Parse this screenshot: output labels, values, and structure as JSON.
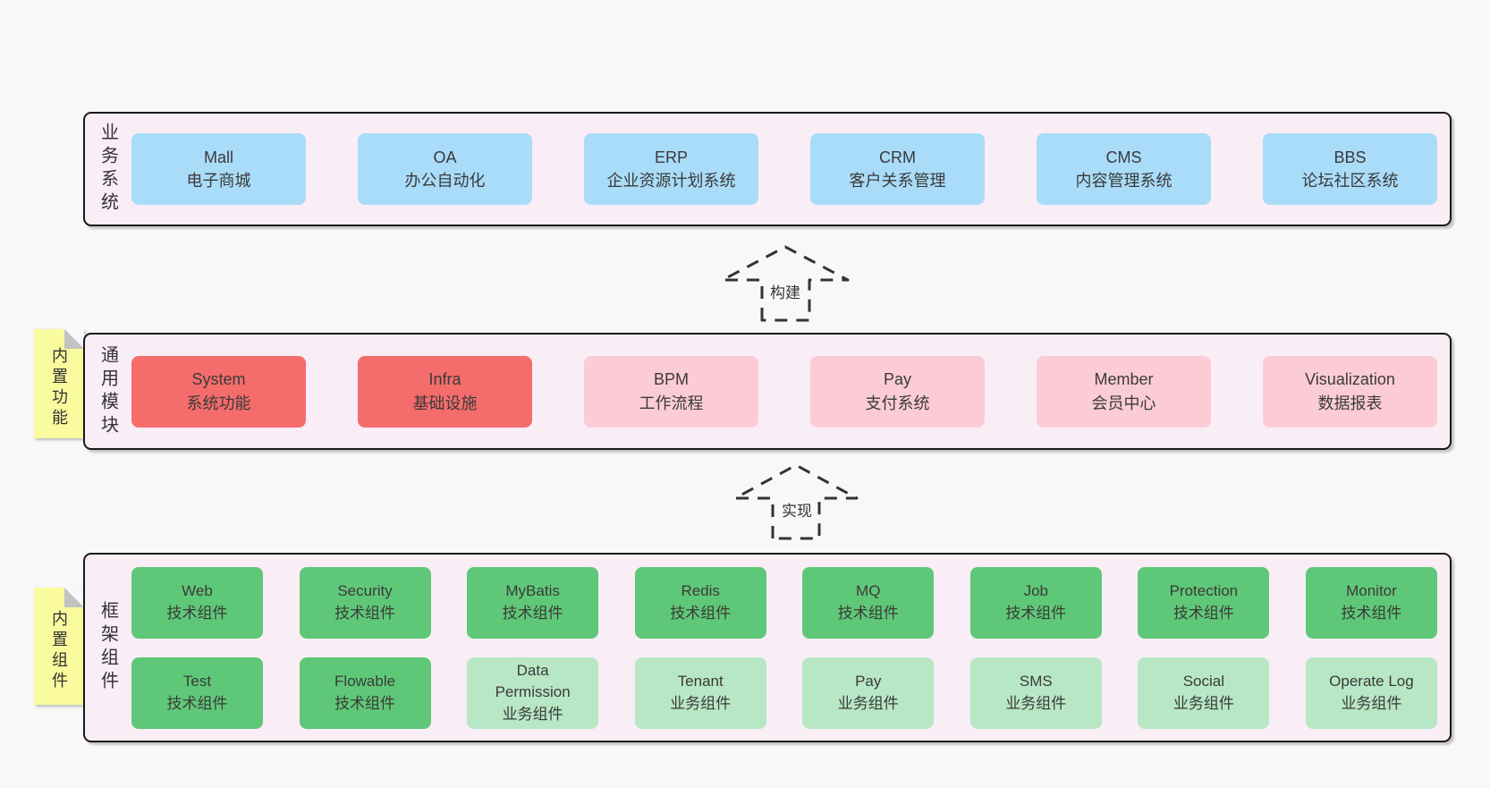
{
  "diagram": {
    "background": "#f8f8f8",
    "bands": [
      {
        "label": "业务系统",
        "items": [
          {
            "en": "Mall",
            "cn": "电子商城",
            "type": "blue"
          },
          {
            "en": "OA",
            "cn": "办公自动化",
            "type": "blue"
          },
          {
            "en": "ERP",
            "cn": "企业资源计划系统",
            "type": "blue"
          },
          {
            "en": "CRM",
            "cn": "客户关系管理",
            "type": "blue"
          },
          {
            "en": "CMS",
            "cn": "内容管理系统",
            "type": "blue"
          },
          {
            "en": "BBS",
            "cn": "论坛社区系统",
            "type": "blue"
          }
        ]
      },
      {
        "label": "通用模块",
        "note": "内置功能",
        "items": [
          {
            "en": "System",
            "cn": "系统功能",
            "type": "red"
          },
          {
            "en": "Infra",
            "cn": "基础设施",
            "type": "red"
          },
          {
            "en": "BPM",
            "cn": "工作流程",
            "type": "pink"
          },
          {
            "en": "Pay",
            "cn": "支付系统",
            "type": "pink"
          },
          {
            "en": "Member",
            "cn": "会员中心",
            "type": "pink"
          },
          {
            "en": "Visualization",
            "cn": "数据报表",
            "type": "pink"
          }
        ]
      },
      {
        "label": "框架组件",
        "note": "内置组件",
        "rows": [
          [
            {
              "en": "Web",
              "cn": "技术组件",
              "type": "green"
            },
            {
              "en": "Security",
              "cn": "技术组件",
              "type": "green"
            },
            {
              "en": "MyBatis",
              "cn": "技术组件",
              "type": "green"
            },
            {
              "en": "Redis",
              "cn": "技术组件",
              "type": "green"
            },
            {
              "en": "MQ",
              "cn": "技术组件",
              "type": "green"
            },
            {
              "en": "Job",
              "cn": "技术组件",
              "type": "green"
            },
            {
              "en": "Protection",
              "cn": "技术组件",
              "type": "green"
            },
            {
              "en": "Monitor",
              "cn": "技术组件",
              "type": "green"
            }
          ],
          [
            {
              "en": "Test",
              "cn": "技术组件",
              "type": "green"
            },
            {
              "en": "Flowable",
              "cn": "技术组件",
              "type": "green"
            },
            {
              "en": "Data Permission",
              "cn": "业务组件",
              "type": "green-light"
            },
            {
              "en": "Tenant",
              "cn": "业务组件",
              "type": "green-light"
            },
            {
              "en": "Pay",
              "cn": "业务组件",
              "type": "green-light"
            },
            {
              "en": "SMS",
              "cn": "业务组件",
              "type": "green-light"
            },
            {
              "en": "Social",
              "cn": "业务组件",
              "type": "green-light"
            },
            {
              "en": "Operate Log",
              "cn": "业务组件",
              "type": "green-light"
            }
          ]
        ]
      }
    ],
    "arrows": [
      {
        "label": "构建"
      },
      {
        "label": "实现"
      }
    ],
    "palette": {
      "blue": "#a9dcf8",
      "red": "#f56c6c",
      "pink": "#fcccd6",
      "green": "#5fc878",
      "green_light": "#b8e7c5",
      "band_fill": "#f9edf6",
      "band_border": "#1a1a1a",
      "note_yellow": "#fafa9e",
      "text": "#3a3a3a"
    }
  }
}
